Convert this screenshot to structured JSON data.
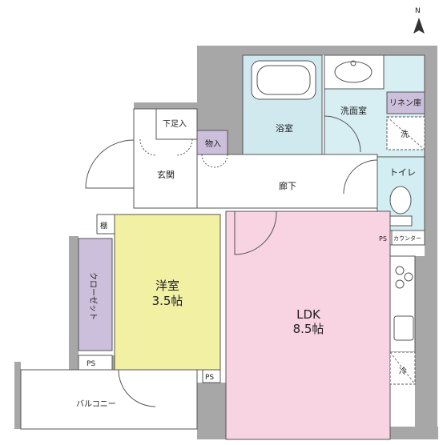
{
  "compass": {
    "label": "N"
  },
  "rooms": {
    "bath": "浴室",
    "washroom": "洗面室",
    "linen": "リネン庫",
    "washer": "洗",
    "shoe_storage": "下足入",
    "storage": "物入",
    "entrance": "玄関",
    "hallway": "廊下",
    "toilet": "トイレ",
    "shelf": "棚",
    "ps_toilet": "PS",
    "counter": "カウンター",
    "closet": "クローゼット",
    "western_room": {
      "name": "洋室",
      "size": "3.5帖"
    },
    "ldk": {
      "name": "LDK",
      "size": "8.5帖"
    },
    "ps_closet": "PS",
    "ps_bottom": "PS",
    "fridge": "冷",
    "balcony": "バルコニー"
  },
  "colors": {
    "wall": "#a7a7a7",
    "bath_floor": "#cfe9ee",
    "wash_floor": "#d7eef2",
    "storage_floor": "#ccbfdc",
    "western_floor": "#f2f0a2",
    "ldk_floor": "#f8d3e2",
    "toilet_floor": "#d3eef3",
    "balcony_floor": "#ffffff"
  }
}
